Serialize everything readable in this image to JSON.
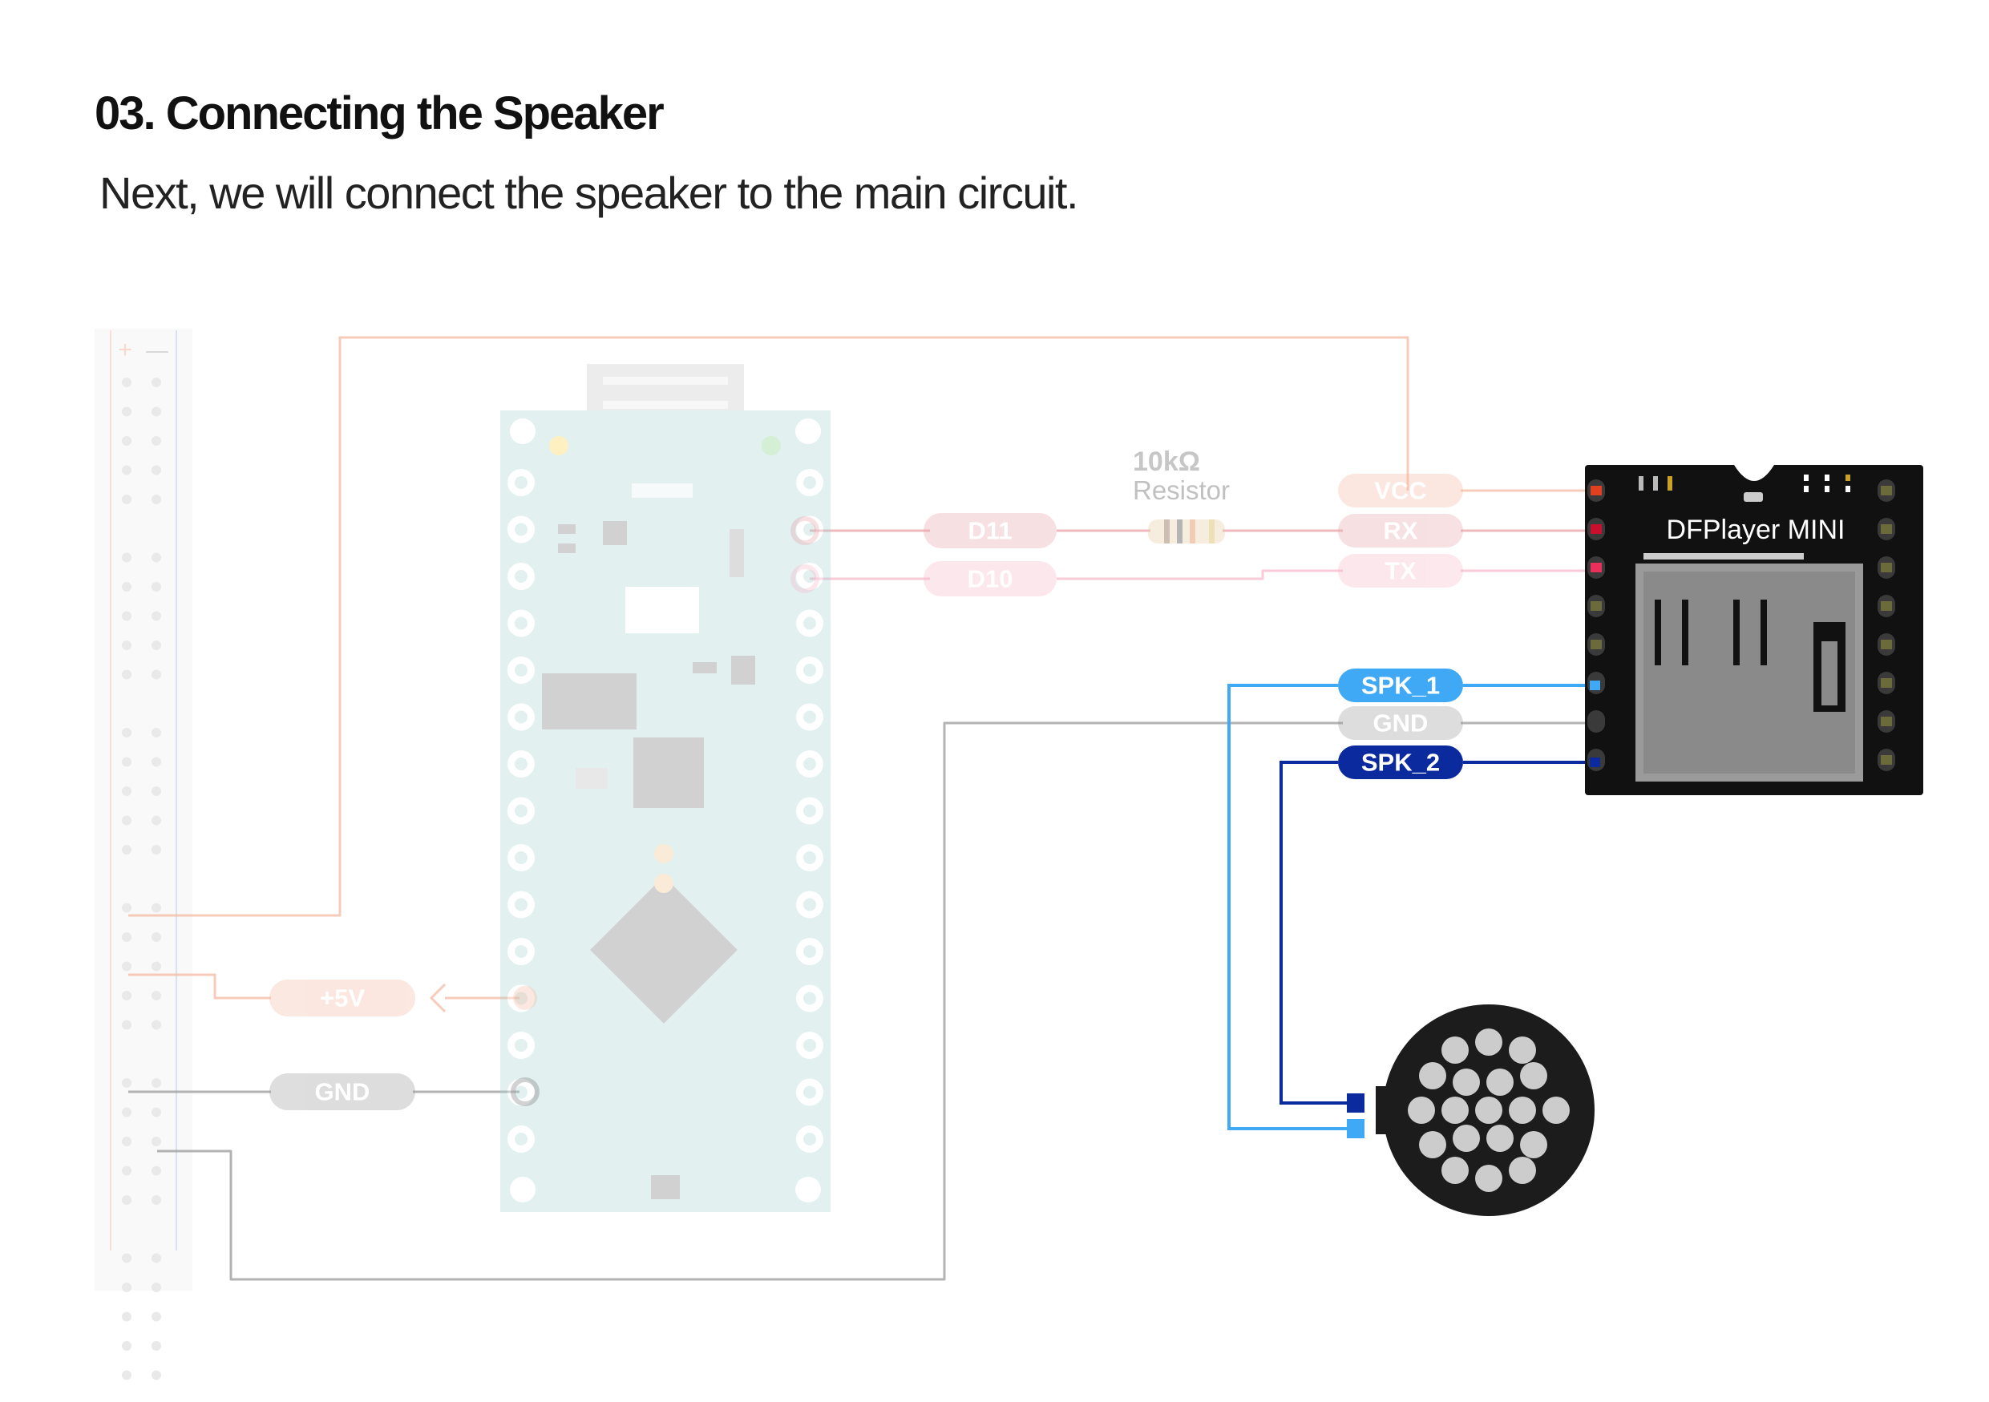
{
  "header": {
    "title": "03. Connecting the Speaker",
    "subtitle": "Next, we will connect the speaker to the main circuit."
  },
  "breadboard": {
    "plus_symbol": "+",
    "minus_symbol": "—"
  },
  "resistor": {
    "value": "10kΩ",
    "name": "Resistor"
  },
  "module": {
    "name": "DFPlayer MINI"
  },
  "labels": {
    "d11": "D11",
    "d10": "D10",
    "plus5v": "+5V",
    "gnd_nano": "GND",
    "vcc": "VCC",
    "rx": "RX",
    "tx": "TX",
    "spk1": "SPK_1",
    "gnd_module": "GND",
    "spk2": "SPK_2"
  },
  "colors": {
    "power_wire": "#f4b9a2",
    "d11_wire": "#e8a3a8",
    "d10_wire": "#f7b8c9",
    "gnd_wire": "#9a9a9a",
    "spk1_wire": "#3fa9f5",
    "spk2_wire": "#0b2a9e",
    "module_body": "#111111",
    "nano_board": "#a9d2d2",
    "speaker_body": "#1c1c1c",
    "speaker_holes": "#cccccc"
  }
}
